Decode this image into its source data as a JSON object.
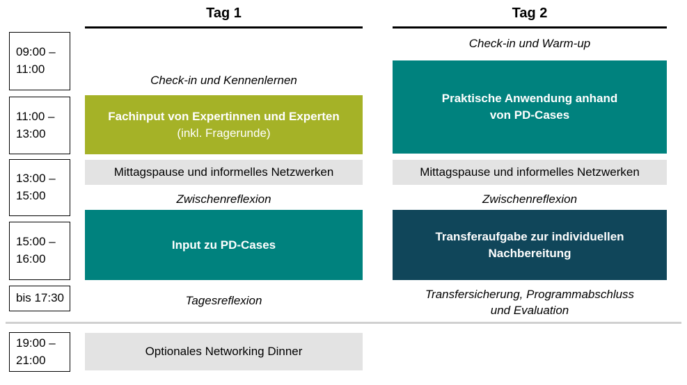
{
  "colors": {
    "green": "#a5b227",
    "teal": "#00827e",
    "dark": "#10465a",
    "gray": "#e3e3e3",
    "divider": "#d0d0d0"
  },
  "time_column": {
    "slots": [
      {
        "text": "09:00 –\n11:00"
      },
      {
        "text": "11:00 –\n13:00"
      },
      {
        "text": "13:00 –\n15:00"
      },
      {
        "text": "15:00 –\n16:00"
      },
      {
        "text": "bis 17:30"
      },
      {
        "text": "19:00 –\n21:00"
      }
    ]
  },
  "day1": {
    "title": "Tag 1",
    "events": [
      {
        "type": "plain",
        "text": "Check-in und Kennenlernen"
      },
      {
        "type": "block-green",
        "title": "Fachinput von Expertinnen und Experten",
        "subtitle": "(inkl. Fragerunde)"
      },
      {
        "type": "block-gray",
        "text": "Mittagspause und informelles Netzwerken"
      },
      {
        "type": "plain",
        "text": "Zwischenreflexion"
      },
      {
        "type": "block-teal",
        "title": "Input zu PD-Cases"
      },
      {
        "type": "plain",
        "text": "Tagesreflexion"
      },
      {
        "type": "block-gray",
        "text": "Optionales Networking Dinner"
      }
    ]
  },
  "day2": {
    "title": "Tag 2",
    "events": [
      {
        "type": "plain",
        "text": "Check-in und Warm-up"
      },
      {
        "type": "block-teal",
        "title": "Praktische Anwendung anhand\nvon PD-Cases"
      },
      {
        "type": "block-gray",
        "text": "Mittagspause und informelles Netzwerken"
      },
      {
        "type": "plain",
        "text": "Zwischenreflexion"
      },
      {
        "type": "block-dark",
        "title": "Transferaufgabe zur individuellen\nNachbereitung"
      },
      {
        "type": "plain",
        "text": "Transfersicherung, Programmabschluss\nund Evaluation"
      }
    ]
  }
}
